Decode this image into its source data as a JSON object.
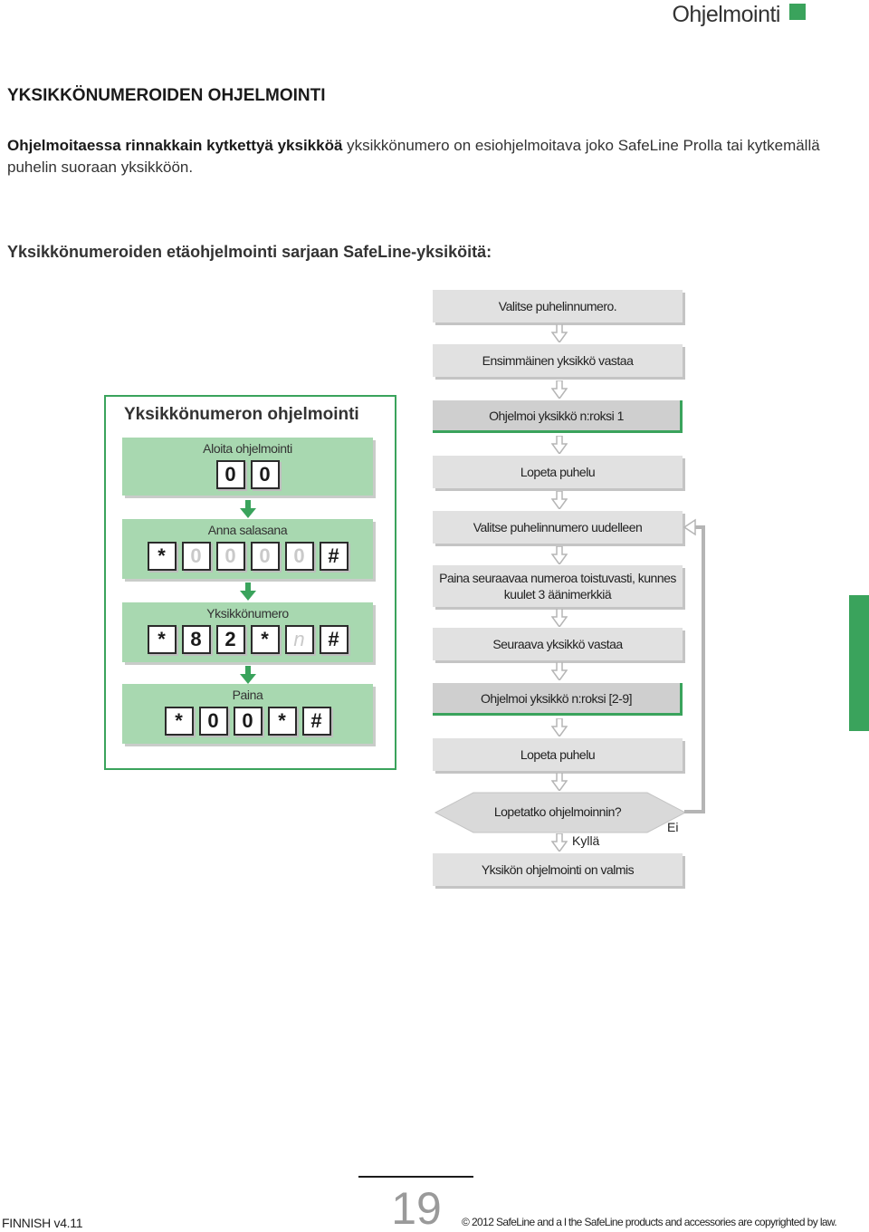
{
  "header": {
    "title": "Ohjelmointi"
  },
  "section_title": "YKSIKKÖNUMEROIDEN OHJELMOINTI",
  "intro": {
    "bold": "Ohjelmoitaessa rinnakkain kytkettyä yksikköä",
    "rest": "yksikkönumero on esiohjelmoitava joko SafeLine Prolla tai kytkemällä puhelin suoraan yksikköön."
  },
  "subtitle": "Yksikkönumeroiden etäohjelmointi sarjaan SafeLine-yksiköitä:",
  "panel": {
    "title": "Yksikkönumeron ohjelmointi",
    "steps": [
      {
        "label": "Aloita ohjelmointi",
        "keys": [
          "0",
          "0"
        ]
      },
      {
        "label": "Anna salasana",
        "keys": [
          "*",
          "0",
          "0",
          "0",
          "0",
          "#"
        ]
      },
      {
        "label": "Yksikkönumero",
        "keys": [
          "*",
          "8",
          "2",
          "*",
          "n",
          "#"
        ]
      },
      {
        "label": "Paina",
        "keys": [
          "*",
          "0",
          "0",
          "*",
          "#"
        ]
      }
    ]
  },
  "flow": {
    "steps": [
      "Valitse puhelinnumero.",
      "Ensimmäinen yksikkö vastaa",
      "Ohjelmoi yksikkö n:roksi 1",
      "Lopeta puhelu",
      "Valitse puhelinnumero uudelleen",
      "Paina seuraavaa numeroa toistuvasti, kunnes kuulet 3 äänimerkkiä",
      "Seuraava yksikkö vastaa",
      "Ohjelmoi yksikkö n:roksi [2-9]",
      "Lopeta puhelu"
    ],
    "decision": "Lopetatko ohjelmoinnin?",
    "yes": "Kyllä",
    "no": "Ei",
    "final": "Yksikön ohjelmointi on valmis"
  },
  "footer": {
    "lang": "FINNISH v4.11",
    "page": "19",
    "copyright": "© 2012 SafeLine and a l the SafeLine products and accessories are copyrighted by law."
  },
  "colors": {
    "accent": "#3aa35c",
    "panel_box": "#a8d8b0",
    "flow_box": "#e1e1e1"
  }
}
